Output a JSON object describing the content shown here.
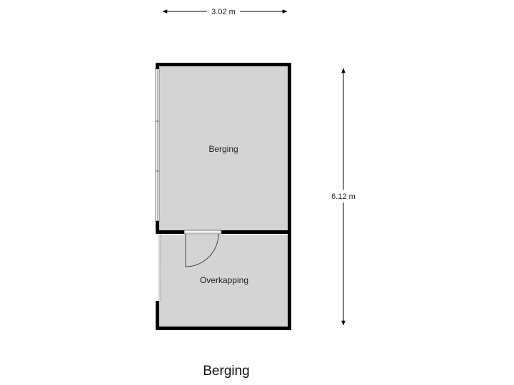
{
  "plan": {
    "title": "Berging",
    "dimensions": {
      "width_label": "3.02 m",
      "height_label": "6.12 m"
    },
    "rooms": [
      {
        "name": "Berging"
      },
      {
        "name": "Overkapping"
      }
    ],
    "colors": {
      "wall": "#000000",
      "floor": "#d4d4d4",
      "dimension_line": "#000000"
    }
  }
}
